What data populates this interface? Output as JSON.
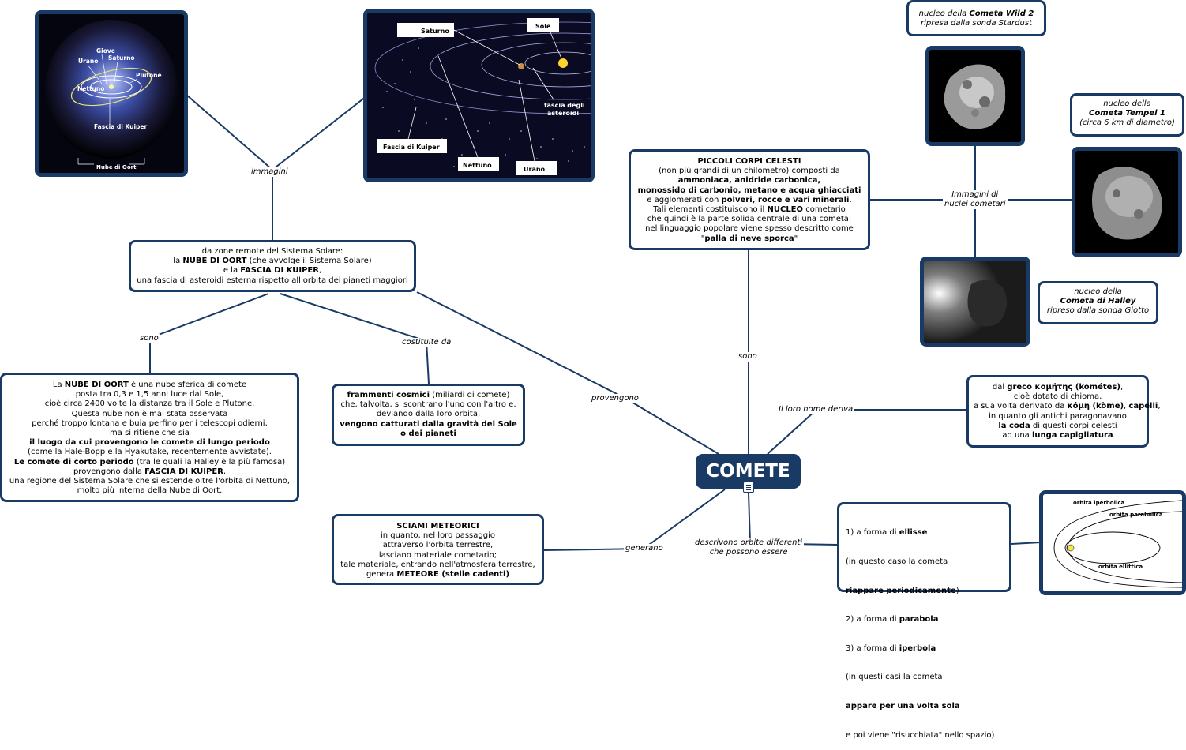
{
  "central": {
    "title": "COMETE"
  },
  "labels": {
    "immagini": "immagini",
    "sono_left": "sono",
    "costituite_da": "costituite da",
    "provengono": "provengono",
    "sono_top": "sono",
    "immagini_nuclei_1": "Immagini di",
    "immagini_nuclei_2": "nuclei cometari",
    "nome_deriva": "Il loro nome deriva",
    "generano": "generano",
    "orbite_1": "descrivono orbite differenti",
    "orbite_2": "che possono essere"
  },
  "zone": {
    "l1": "da zone remote del Sistema Solare:",
    "l2a": "la ",
    "l2b": "NUBE DI OORT",
    "l2c": " (che avvolge il Sistema Solare)",
    "l3a": "e la ",
    "l3b": "FASCIA DI KUIPER",
    "l3c": ",",
    "l4": "una fascia di asteroidi esterna rispetto all'orbita dei pianeti maggiori"
  },
  "oort": {
    "l1a": "La ",
    "l1b": "NUBE DI OORT",
    "l1c": " è  una nube sferica di comete",
    "l2": "posta tra 0,3 e 1,5 anni luce dal Sole,",
    "l3": "cioè circa 2400 volte la distanza tra il Sole e Plutone.",
    "l4": "Questa nube non è mai stata osservata",
    "l5": "perché troppo lontana e buia perfino per i telescopi odierni,",
    "l6": "ma si ritiene che sia",
    "l7": "il luogo da cui provengono le comete di lungo periodo",
    "l8": "(come la Hale-Bopp e la Hyakutake, recentemente avvistate).",
    "l9a": "Le comete di corto periodo",
    "l9b": " (tra le quali la Halley è la più famosa)",
    "l10a": "provengono dalla ",
    "l10b": "FASCIA DI KUIPER",
    "l10c": ",",
    "l11": "una regione del Sistema Solare che si estende oltre l'orbita di Nettuno,",
    "l12": "molto più interna della Nube di Oort."
  },
  "frammenti": {
    "l1a": "frammenti cosmici",
    "l1b": " (miliardi di comete)",
    "l2": "che, talvolta, si scontrano l'uno con l'altro e,",
    "l3": "deviando dalla loro orbita,",
    "l4": "vengono catturati dalla gravità del Sole",
    "l5": "o dei pianeti"
  },
  "piccoli": {
    "l1": "PICCOLI CORPI CELESTI",
    "l2": "(non più grandi di un chilometro) composti da",
    "l3": "ammoniaca, anidride carbonica,",
    "l4": "monossido di carbonio, metano e acqua ghiacciati",
    "l5a": "e agglomerati con ",
    "l5b": "polveri, rocce e vari minerali",
    "l5c": ".",
    "l6a": "Tali elementi costituiscono il ",
    "l6b": "NUCLEO",
    "l6c": " cometario",
    "l7": "che quindi è la parte solida centrale di una cometa:",
    "l8": "nel linguaggio popolare viene spesso descritto come",
    "l9a": "\"",
    "l9b": "palla di neve sporca",
    "l9c": "\""
  },
  "greco": {
    "l1a": "dal ",
    "l1b": "greco κομήτης (kométes)",
    "l1c": ",",
    "l2": "cioè dotato di chioma,",
    "l3a": "a sua volta derivato da ",
    "l3b": "κόμη (kòme)",
    "l3c": ", ",
    "l3d": "capelli",
    "l3e": ",",
    "l4": "in quanto gli antichi paragonavano",
    "l5a": "la coda",
    "l5b": " di questi corpi celesti",
    "l6a": "ad una ",
    "l6b": "lunga capigliatura"
  },
  "sciami": {
    "l1": "SCIAMI METEORICI",
    "l2": "in quanto, nel loro passaggio",
    "l3": "attraverso l'orbita terrestre,",
    "l4": "lasciano materiale cometario;",
    "l5": "tale materiale, entrando nell'atmosfera terrestre,",
    "l6a": "genera ",
    "l6b": "METEORE (stelle cadenti)"
  },
  "orbite": {
    "l1a": "1) a forma di ",
    "l1b": "ellisse",
    "l2": "    (in questo caso la cometa",
    "l3a": "    ",
    "l3b": "riappare periodicamente",
    "l3c": ")",
    "l4a": "2) a forma di ",
    "l4b": "parabola",
    "l5a": "3) a forma di ",
    "l5b": "iperbola",
    "l6": "    (in questi casi la cometa",
    "l7a": "    ",
    "l7b": "appare per una volta sola",
    "l8": "    e poi viene \"risucchiata\" nello spazio)"
  },
  "captions": {
    "wild2_l1a": "nucleo della ",
    "wild2_l1b": "Cometa Wild 2",
    "wild2_l2": "ripresa dalla sonda Stardust",
    "tempel_l1": "nucleo della",
    "tempel_l2": "Cometa Tempel 1",
    "tempel_l3": "(circa 6 km di diametro)",
    "halley_l1": "nucleo della",
    "halley_l2": "Cometa  di Halley",
    "halley_l3": "ripreso dalla sonda Giotto"
  },
  "img_oort": {
    "giove": "Giove",
    "saturno": "Saturno",
    "urano": "Urano",
    "plutone": "Plutone",
    "nettuno": "Nettuno",
    "kuiper": "Fascia di Kuiper",
    "nube": "Nube di Oort"
  },
  "img_kuiper": {
    "saturno": "Saturno",
    "sole": "Sole",
    "fascia1": "fascia degli",
    "fascia2": "asteroidi",
    "kuiper": "Fascia di Kuiper",
    "nettuno": "Nettuno",
    "urano": "Urano"
  },
  "img_orbits": {
    "iperbolica": "orbita iperbolica",
    "parabolica": "orbita parabolica",
    "ellittica": "orbita ellittica"
  },
  "colors": {
    "node_border": "#1a3a66",
    "central_bg": "#1a3a66"
  }
}
